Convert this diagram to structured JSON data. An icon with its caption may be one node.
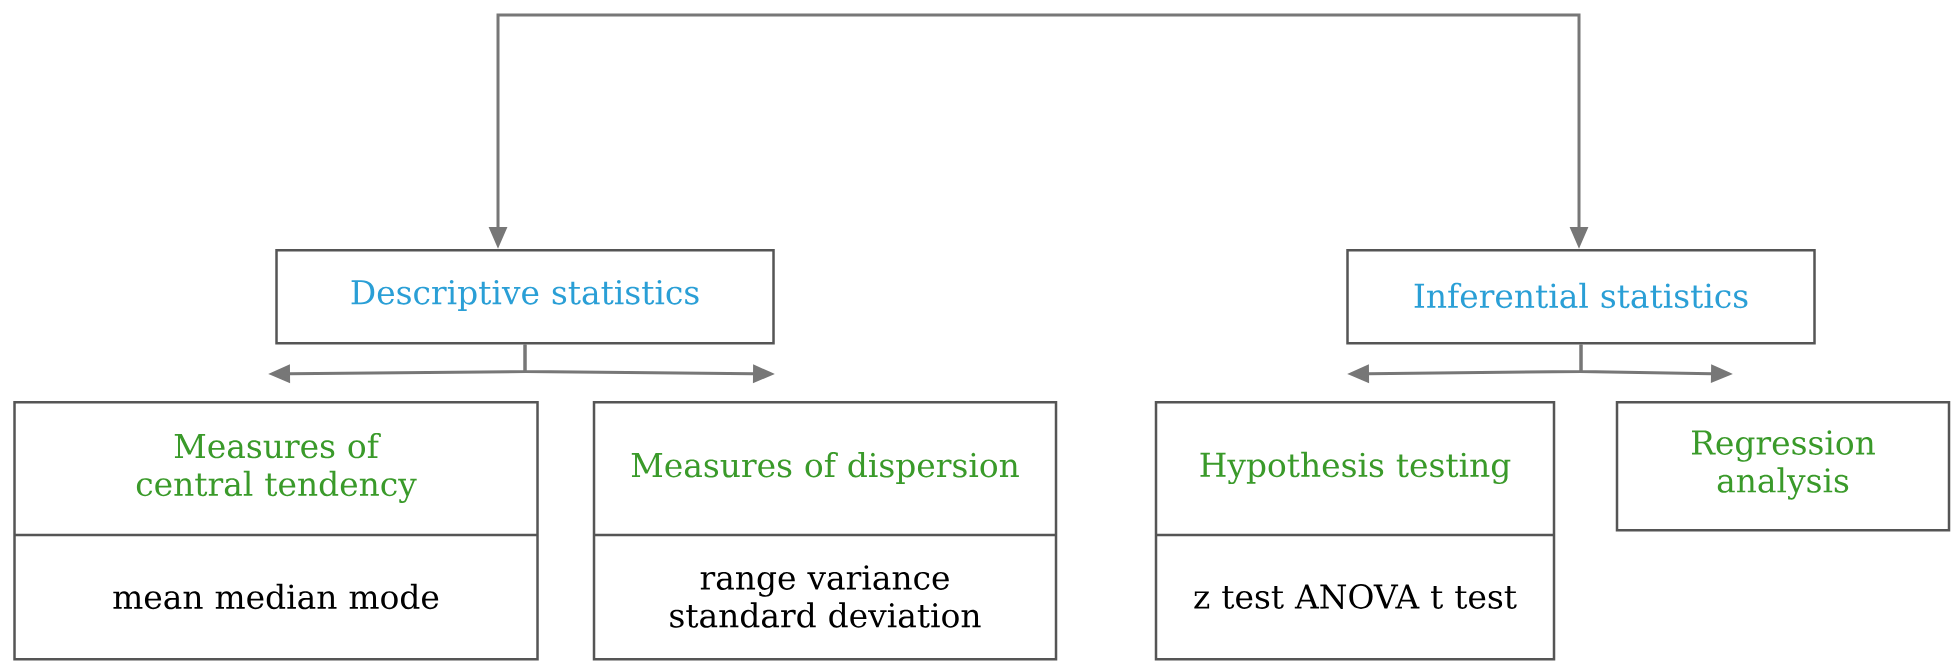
{
  "diagram": {
    "nodes": [
      {
        "text": [
          "Descriptive statistics"
        ]
      },
      {
        "text": [
          "Inferential statistics"
        ]
      },
      {
        "text": [
          "Measures of central tendency",
          "mean median mode"
        ]
      },
      {
        "text": [
          "Measures of dispersion",
          "range variance standard deviation"
        ]
      },
      {
        "text": [
          "Hypothesis testing",
          "z test ANOVA t test"
        ]
      },
      {
        "text": [
          "Regression analysis"
        ]
      }
    ],
    "edges": [
      {
        "from": 0,
        "to": 1,
        "arrow": "both"
      },
      {
        "from": 0,
        "to": 2,
        "arrow": "to"
      },
      {
        "from": 0,
        "to": 3,
        "arrow": "to"
      },
      {
        "from": 1,
        "to": 4,
        "arrow": "to"
      },
      {
        "from": 1,
        "to": 5,
        "arrow": "to"
      }
    ]
  }
}
